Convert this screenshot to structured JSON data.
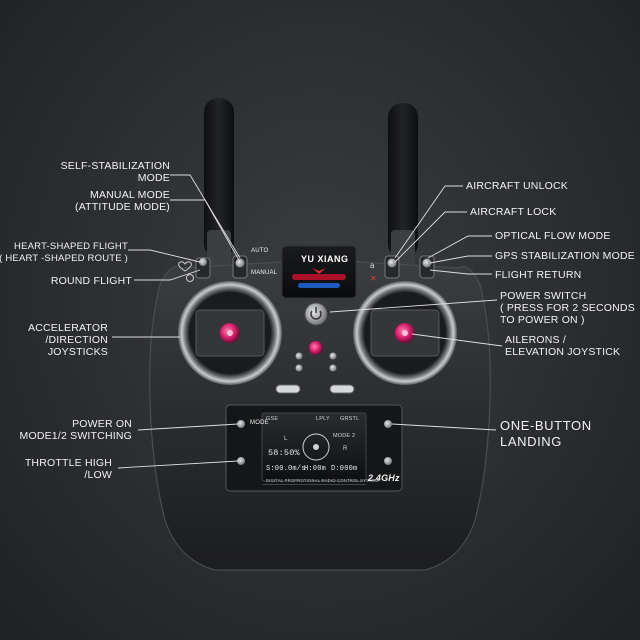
{
  "brand": {
    "name": "YU XIANG"
  },
  "controller": {
    "switch_auto": "AUTO",
    "switch_manual": "MANUAL",
    "mode_key": "MODE",
    "screen": {
      "row1_left": "GSE",
      "row1_mid": "LPLY",
      "row1_right": "GRSTL",
      "mode_label": "MODE",
      "mode_value": "2",
      "side_l": "L",
      "side_r": "R",
      "voltage": "58:50%",
      "s_readout": "S:00.0m/s",
      "h_readout": "H:00m",
      "d_readout": "D:000m",
      "footer": "DIGITAL PROPROTIONAL RADIO CONTROL SYSTEM",
      "band": "2.4GHz"
    }
  },
  "labels": {
    "self_stabilization": [
      "SELF-STABILIZATION",
      "MODE"
    ],
    "manual_mode": [
      "MANUAL MODE",
      "(ATTITUDE MODE)"
    ],
    "heart_flight": [
      "HEART-SHAPED FLIGHT",
      "( HEART -SHAPED ROUTE )"
    ],
    "round_flight": "ROUND FLIGHT",
    "accelerator": [
      "ACCELERATOR",
      "/DIRECTION",
      "JOYSTICKS"
    ],
    "power_on_mode": [
      "POWER ON",
      "MODE1/2 SWITCHING"
    ],
    "throttle": [
      "THROTTLE HIGH",
      "/LOW"
    ],
    "aircraft_unlock": "AIRCRAFT UNLOCK",
    "aircraft_lock": "AIRCRAFT LOCK",
    "optical_flow": "OPTICAL FLOW MODE",
    "gps_stab": "GPS STABILIZATION MODE",
    "flight_return": "FLIGHT RETURN",
    "power_switch": [
      "POWER SWITCH",
      "( PRESS FOR 2 SECONDS",
      "TO POWER ON )"
    ],
    "ailerons": [
      "AILERONS /",
      "ELEVATION JOYSTICK"
    ],
    "one_button": [
      "ONE-BUTTON",
      "LANDING"
    ]
  }
}
